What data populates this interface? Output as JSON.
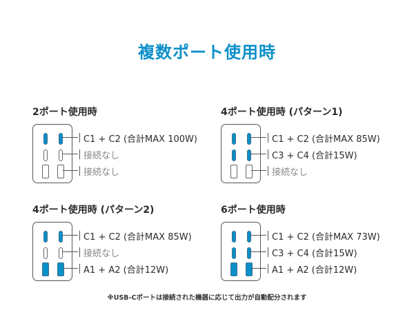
{
  "title": "複数ポート使用時",
  "colors": {
    "accent": "#0b8fc9",
    "text": "#2b2b2b",
    "inactive_text": "#888888"
  },
  "sections": [
    {
      "heading": "2ポート使用時",
      "rows": [
        {
          "label": "C1 + C2 (合計MAX 100W)",
          "active": true
        },
        {
          "label": "接続なし",
          "active": false
        },
        {
          "label": "接続なし",
          "active": false
        }
      ]
    },
    {
      "heading": "4ポート使用時 (パターン1)",
      "rows": [
        {
          "label": "C1 + C2 (合計MAX 85W)",
          "active": true
        },
        {
          "label": "C3 + C4 (合計15W)",
          "active": true
        },
        {
          "label": "接続なし",
          "active": false
        }
      ]
    },
    {
      "heading": "4ポート使用時 (パターン2)",
      "rows": [
        {
          "label": "C1 + C2 (合計MAX 85W)",
          "active": true
        },
        {
          "label": "接続なし",
          "active": false
        },
        {
          "label": "A1 + A2 (合計12W)",
          "active": true
        }
      ]
    },
    {
      "heading": "6ポート使用時",
      "rows": [
        {
          "label": "C1 + C2 (合計MAX 73W)",
          "active": true
        },
        {
          "label": "C3 + C4 (合計15W)",
          "active": true
        },
        {
          "label": "A1 + A2 (合計12W)",
          "active": true
        }
      ]
    }
  ],
  "footnote": "※USB-Cポートは接続された機器に応じて出力が自動配分されます"
}
